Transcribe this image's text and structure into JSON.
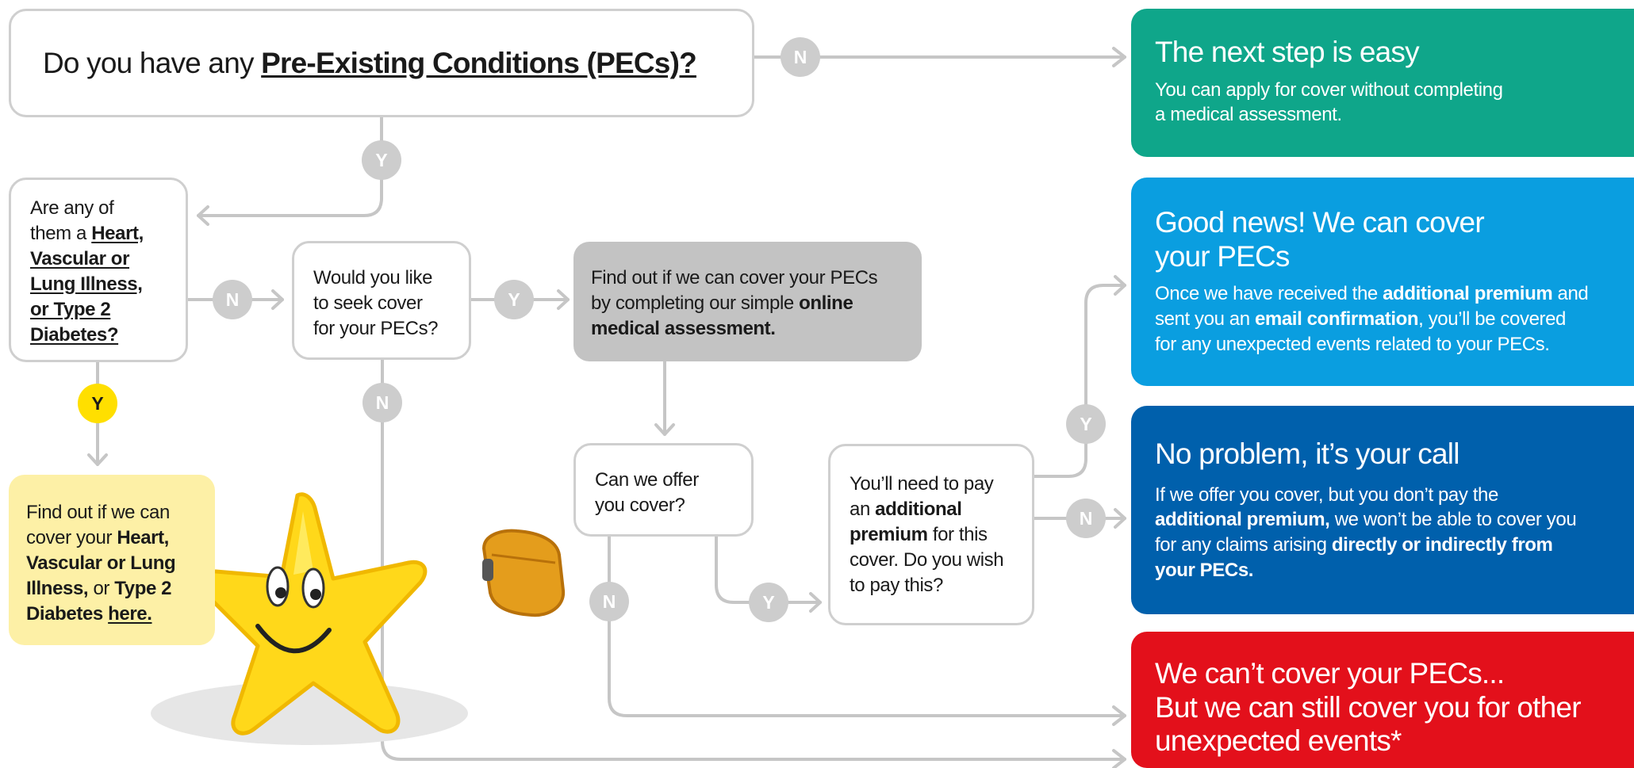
{
  "colors": {
    "line": "#c6c6c6",
    "badge": "#cdcdcd",
    "badge_yes_highlight": "#ffdf00",
    "panel_easy": "#0fa68a",
    "panel_good_news": "#0a9ee0",
    "panel_no_problem": "#0060ac",
    "panel_cant_cover": "#e3101b",
    "online_box": "#c3c3c3",
    "heart_link_box": "#fdf0a6"
  },
  "questions": {
    "main": {
      "prefix": "Do you have any ",
      "link": "Pre-Existing Conditions (PECs)?"
    },
    "heart": {
      "line1": "Are any of",
      "line2_prefix": "them a ",
      "link_lines": [
        "Heart,",
        "Vascular or",
        "Lung Illness,",
        "or Type 2",
        "Diabetes?"
      ]
    },
    "seek": {
      "lines": [
        "Would you like",
        "to seek cover",
        "for your PECs?"
      ]
    },
    "offer": {
      "lines": [
        "Can we offer",
        "you cover?"
      ]
    },
    "pay": {
      "line1": "You’ll need to pay",
      "line2_prefix": "an ",
      "bold1": "additional",
      "bold2": "premium",
      "line3_suffix": " for this",
      "line4": "cover. Do you wish",
      "line5": "to pay this?"
    }
  },
  "online_assessment": {
    "line1": "Find out if we can cover your PECs",
    "line2_prefix": "by completing our simple ",
    "bold1": "online",
    "bold2": "medical assessment."
  },
  "heart_link_box": {
    "line1": "Find out if we can",
    "line2_prefix": "cover your ",
    "bold_heart": "Heart,",
    "bold_vascular": "Vascular or Lung",
    "bold_illness": "Illness,",
    "or_text": " or ",
    "bold_type2": "Type 2",
    "bold_diabetes": "Diabetes ",
    "link_here": "here."
  },
  "badges": {
    "no": "N",
    "yes": "Y"
  },
  "outcomes": {
    "easy": {
      "title": "The next step is easy",
      "body_lines": [
        "You can apply for cover without completing",
        "a medical assessment."
      ]
    },
    "good_news": {
      "title_lines": [
        "Good news! We can cover",
        "your PECs"
      ],
      "body_l1_prefix": "Once we have received the ",
      "body_l1_bold": "additional premium",
      "body_l1_suffix": " and",
      "body_l2_prefix": "sent you an ",
      "body_l2_bold": "email confirmation",
      "body_l2_suffix": ", you’ll be covered",
      "body_l3": "for any unexpected events related to your PECs."
    },
    "no_problem": {
      "title": "No problem, it’s your call",
      "body_l1": "If we offer you cover, but you don’t pay the",
      "body_l2_bold": "additional premium,",
      "body_l2_suffix": " we won’t be able to cover you",
      "body_l3_prefix": "for any claims arising ",
      "body_l3_bold": "directly or indirectly from",
      "body_l4_bold": "your PECs."
    },
    "cant_cover": {
      "title_lines": [
        "We can’t cover your PECs...",
        "But we can still cover you for other",
        "unexpected events*"
      ]
    }
  }
}
